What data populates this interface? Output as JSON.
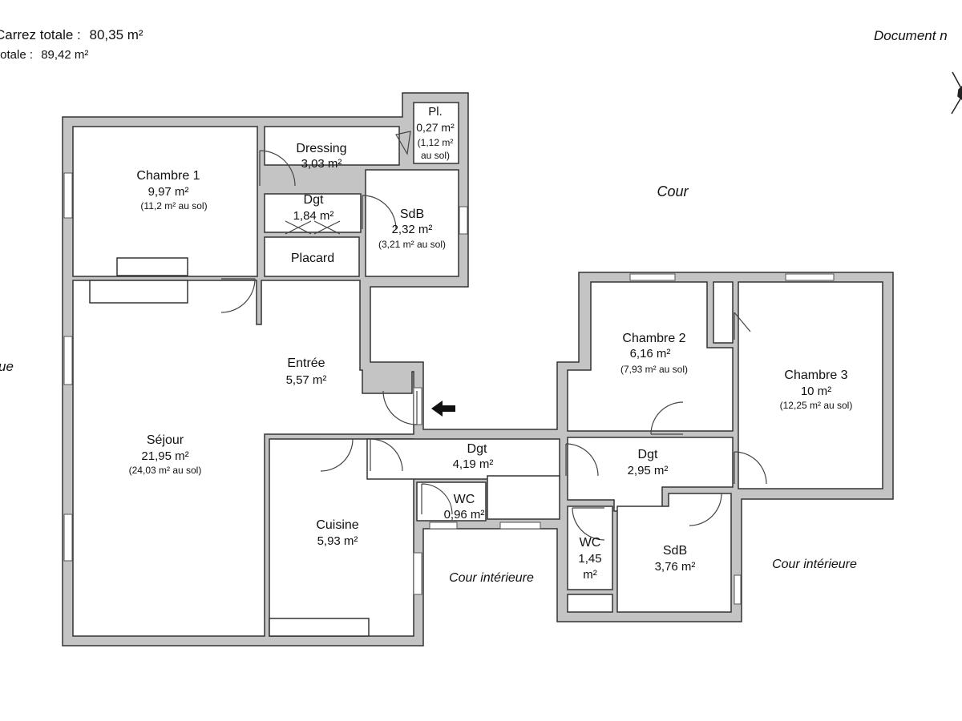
{
  "header": {
    "carrez_label": "Carrez totale :",
    "carrez_value": "80,35 m²",
    "totale_label": "totale :",
    "totale_value": "89,42 m²",
    "document_note": "Document n"
  },
  "left_edge_text": "ue",
  "compass_icon": "compass-rose-icon",
  "outside": {
    "cour": "Cour",
    "cour_interieure_left": "Cour intérieure",
    "cour_interieure_right": "Cour intérieure"
  },
  "rooms": {
    "chambre1": {
      "name": "Chambre 1",
      "area": "9,97 m²",
      "floor": "(11,2 m² au sol)"
    },
    "dressing": {
      "name": "Dressing",
      "area": "3,03 m²"
    },
    "placard_small": {
      "name": "Pl.",
      "area": "0,27 m²",
      "floor1": "(1,12 m²",
      "floor2": "au sol)"
    },
    "dgt_top": {
      "name": "Dgt",
      "area": "1,84 m²"
    },
    "sdb_top": {
      "name": "SdB",
      "area": "2,32 m²",
      "floor": "(3,21 m² au sol)"
    },
    "placard": {
      "name": "Placard"
    },
    "entree": {
      "name": "Entrée",
      "area": "5,57 m²"
    },
    "sejour": {
      "name": "Séjour",
      "area": "21,95 m²",
      "floor": "(24,03 m² au sol)"
    },
    "cuisine": {
      "name": "Cuisine",
      "area": "5,93 m²"
    },
    "dgt_mid": {
      "name": "Dgt",
      "area": "4,19 m²"
    },
    "wc_left": {
      "name": "WC",
      "area": "0,96 m²"
    },
    "chambre2": {
      "name": "Chambre 2",
      "area": "6,16 m²",
      "floor": "(7,93 m² au sol)"
    },
    "chambre3": {
      "name": "Chambre 3",
      "area": "10 m²",
      "floor": "(12,25 m² au sol)"
    },
    "dgt_right": {
      "name": "Dgt",
      "area": "2,95 m²"
    },
    "wc_right": {
      "name": "WC",
      "area1": "1,45",
      "area2": "m²"
    },
    "sdb_bottom": {
      "name": "SdB",
      "area": "3,76 m²"
    }
  },
  "colors": {
    "wall_fill": "#c4c4c4",
    "wall_stroke": "#333333",
    "room_fill": "#ffffff",
    "text": "#111111"
  }
}
